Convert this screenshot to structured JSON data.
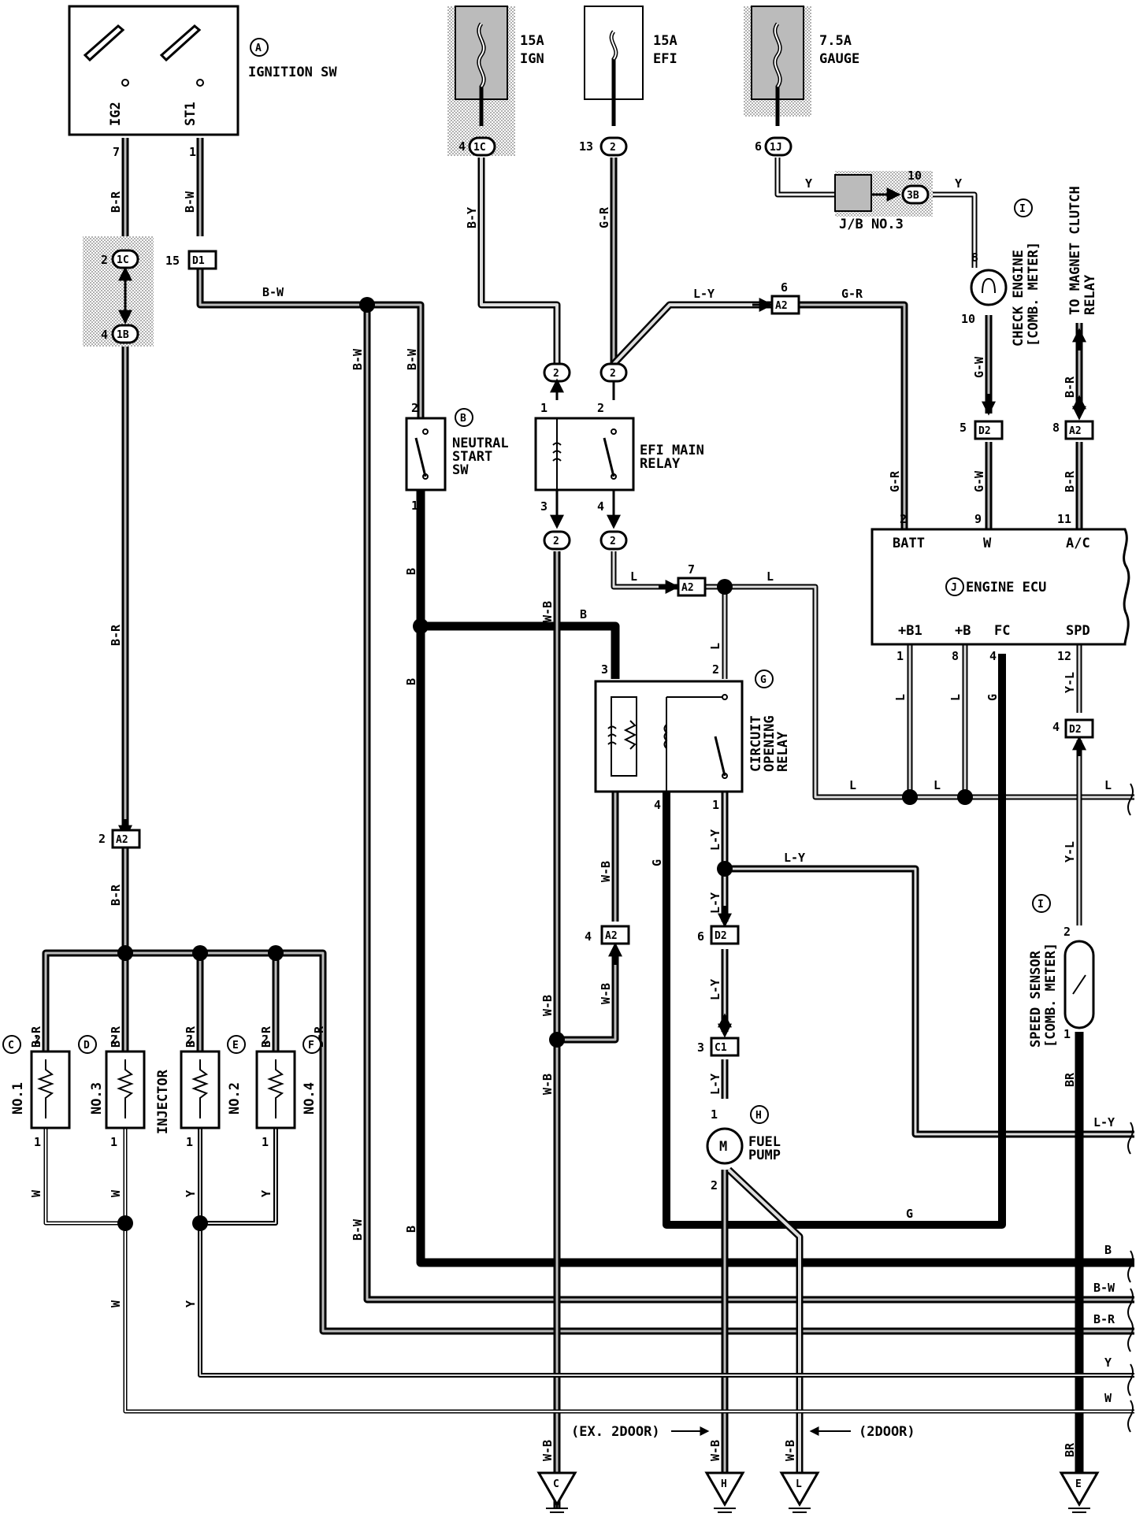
{
  "components": {
    "ignition": {
      "letter": "A",
      "label": "IGNITION SW",
      "ig2": "IG2",
      "st1": "ST1",
      "pin_ig2": "7",
      "pin_st1": "1"
    },
    "fuse_ign": {
      "amps": "15A",
      "name": "IGN"
    },
    "fuse_efi": {
      "amps": "15A",
      "name": "EFI"
    },
    "fuse_gauge": {
      "amps": "7.5A",
      "name": "GAUGE"
    },
    "jb3": "J/B NO.3",
    "check_engine": {
      "letter": "I",
      "line1": "CHECK ENGINE",
      "line2": "[COMB. METER]"
    },
    "magnet_clutch": {
      "line1": "TO MAGNET CLUTCH",
      "line2": "RELAY"
    },
    "neutral_start": {
      "letter": "B",
      "line1": "NEUTRAL",
      "line2": "START",
      "line3": "SW"
    },
    "efi_main_relay": {
      "line1": "EFI MAIN",
      "line2": "RELAY"
    },
    "engine_ecu": {
      "letter": "J",
      "label": "ENGINE ECU",
      "batt": "BATT",
      "w": "W",
      "ac": "A/C",
      "b1": "+B1",
      "b": "+B",
      "fc": "FC",
      "spd": "SPD"
    },
    "circuit_opening_relay": {
      "letter": "G",
      "line1": "CIRCUIT",
      "line2": "OPENING",
      "line3": "RELAY"
    },
    "fuel_pump": {
      "letter": "H",
      "line1": "FUEL",
      "line2": "PUMP",
      "motor": "M"
    },
    "speed_sensor": {
      "letter": "I",
      "line1": "SPEED SENSOR",
      "line2": "[COMB. METER]"
    },
    "injectors": [
      {
        "letter": "C",
        "label": "NO.1"
      },
      {
        "letter": "D",
        "label": "NO.3"
      },
      {
        "letter": "E",
        "label": "NO.2"
      },
      {
        "letter": "F",
        "label": "NO.4"
      }
    ],
    "injector_label": "INJECTOR"
  },
  "connectors": {
    "c1C_a": {
      "pin": "4",
      "id": "1C"
    },
    "c2_ign": {
      "pin": "13",
      "id": "2"
    },
    "c1J": {
      "pin": "6",
      "id": "1J"
    },
    "c3B": {
      "pin": "10",
      "id": "3B"
    },
    "c1C_b": {
      "pin": "2",
      "id": "1C"
    },
    "c1B": {
      "pin": "4",
      "id": "1B"
    },
    "cD1": {
      "pin": "15",
      "id": "D1"
    },
    "cA2_6": {
      "pin": "6",
      "id": "A2"
    },
    "cD2_5": {
      "pin": "5",
      "id": "D2"
    },
    "cA2_8": {
      "pin": "8",
      "id": "A2"
    },
    "cA2_7": {
      "pin": "7",
      "id": "A2"
    },
    "cD2_4": {
      "pin": "4",
      "id": "D2"
    },
    "cA2_2": {
      "pin": "2",
      "id": "A2"
    },
    "cA2_4": {
      "pin": "4",
      "id": "A2"
    },
    "cD2_6": {
      "pin": "6",
      "id": "D2"
    },
    "cC1": {
      "pin": "3",
      "id": "C1"
    },
    "cR2": "2"
  },
  "wire_labels": {
    "BR": "B-R",
    "BW": "B-W",
    "BY": "B-Y",
    "GR": "G-R",
    "LY": "L-Y",
    "Y": "Y",
    "GW": "G-W",
    "B": "B",
    "WB": "W-B",
    "L": "L",
    "G": "G",
    "YL": "Y-L",
    "W": "W",
    "BRN": "BR"
  },
  "pin_numbers": {
    "p1": "1",
    "p2": "2",
    "p3": "3",
    "p4": "4",
    "p8": "8",
    "p9": "9",
    "p10": "10",
    "p11": "11",
    "p12": "12"
  },
  "notes": {
    "ex2door": "(EX. 2DOOR)",
    "twodoor": "(2DOOR)"
  },
  "grounds": [
    "C",
    "H",
    "L",
    "E"
  ]
}
